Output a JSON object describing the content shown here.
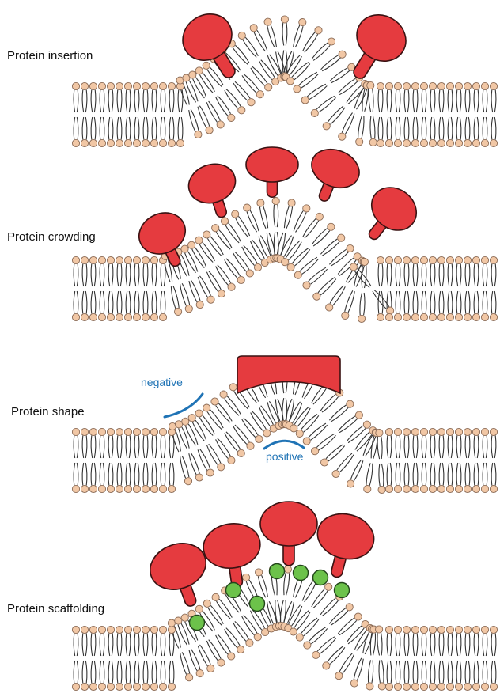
{
  "panels": [
    {
      "id": "insertion",
      "label": "Protein insertion"
    },
    {
      "id": "crowding",
      "label": "Protein crowding"
    },
    {
      "id": "shape",
      "label": "Protein shape",
      "negative_label": "negative",
      "positive_label": "positive"
    },
    {
      "id": "scaffolding",
      "label": "Protein scaffolding"
    }
  ],
  "colors": {
    "lipid_head": "#f1c7a5",
    "lipid_outline": "#8a6a55",
    "lipid_tail": "#333333",
    "protein": "#e53b3f",
    "protein_outline": "#3a1212",
    "scaffold_bead": "#6cc24a",
    "curvature_label": "#1f73b5",
    "text": "#111111"
  },
  "icons": {
    "membrane": "lipid-bilayer-icon",
    "protein": "protein-icon",
    "bead": "scaffold-bead-icon"
  }
}
